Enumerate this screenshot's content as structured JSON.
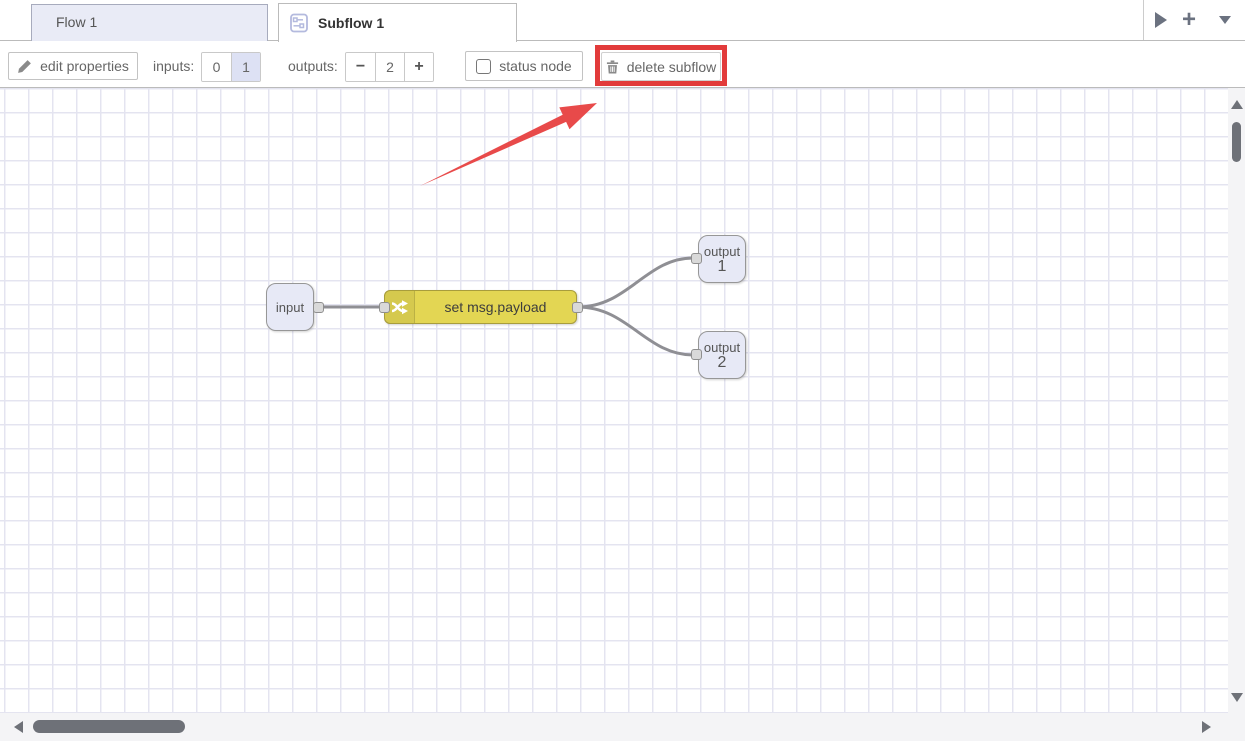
{
  "header": {
    "tabs": [
      {
        "label": "Flow 1",
        "active": false
      },
      {
        "label": "Subflow 1",
        "active": true
      }
    ],
    "actions": {
      "expand_icon": "play-right-icon",
      "add_flow_icon": "plus-icon",
      "add_flow_glyph": "+",
      "list_flows_icon": "chevron-down-icon"
    }
  },
  "toolbar": {
    "edit_properties_label": "edit properties",
    "edit_properties_icon": "pencil-icon",
    "inputs_label": "inputs:",
    "inputs_options": [
      "0",
      "1"
    ],
    "inputs_selected": "1",
    "outputs_label": "outputs:",
    "outputs_minus": "−",
    "outputs_value": "2",
    "outputs_plus": "+",
    "status_node_label": "status node",
    "status_node_checked": false,
    "delete_subflow_label": "delete subflow",
    "delete_subflow_icon": "trash-icon"
  },
  "canvas": {
    "nodes": {
      "input": {
        "label": "input"
      },
      "change": {
        "label": "set msg.payload",
        "icon": "shuffle-icon"
      },
      "output1": {
        "label": "output",
        "number": "1"
      },
      "output2": {
        "label": "output",
        "number": "2"
      }
    },
    "wire_count": 3
  },
  "annotations": {
    "highlight_target": "delete subflow button",
    "box_color": "#e23b3b",
    "arrow_color": "#e84a4a"
  },
  "colors": {
    "change_node_fill": "#e3d653",
    "io_node_fill": "#e7e9f6",
    "inactive_tab_fill": "#e9ebf6",
    "selected_toggle_fill": "#dde1f4",
    "wire": "#8f8f94",
    "grid": "#e4e4f0",
    "scroll_thumb": "#6e7178"
  }
}
